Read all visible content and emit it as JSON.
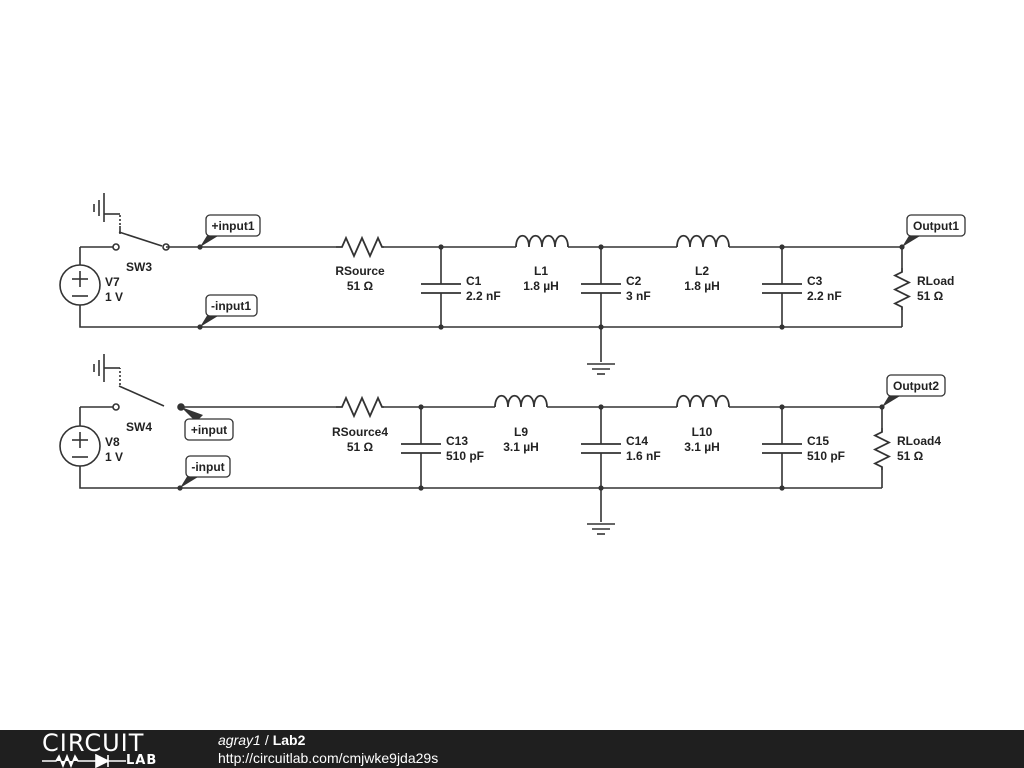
{
  "circuit_top": {
    "source": {
      "name": "V7",
      "value": "1 V"
    },
    "switch": {
      "name": "SW3"
    },
    "tags": {
      "input_plus": "+input1",
      "input_minus": "-input1",
      "output": "Output1"
    },
    "rsource": {
      "name": "RSource",
      "value": "51 Ω"
    },
    "c_a": {
      "name": "C1",
      "value": "2.2 nF"
    },
    "l_a": {
      "name": "L1",
      "value": "1.8 µH"
    },
    "c_b": {
      "name": "C2",
      "value": "3 nF"
    },
    "l_b": {
      "name": "L2",
      "value": "1.8 µH"
    },
    "c_c": {
      "name": "C3",
      "value": "2.2 nF"
    },
    "rload": {
      "name": "RLoad",
      "value": "51 Ω"
    }
  },
  "circuit_bottom": {
    "source": {
      "name": "V8",
      "value": "1 V"
    },
    "switch": {
      "name": "SW4"
    },
    "tags": {
      "input_plus": "+input",
      "input_minus": "-input",
      "output": "Output2"
    },
    "rsource": {
      "name": "RSource4",
      "value": "51 Ω"
    },
    "c_a": {
      "name": "C13",
      "value": "510 pF"
    },
    "l_a": {
      "name": "L9",
      "value": "3.1 µH"
    },
    "c_b": {
      "name": "C14",
      "value": "1.6 nF"
    },
    "l_b": {
      "name": "L10",
      "value": "3.1 µH"
    },
    "c_c": {
      "name": "C15",
      "value": "510 pF"
    },
    "rload": {
      "name": "RLoad4",
      "value": "51 Ω"
    }
  },
  "footer": {
    "logo_top": "CIRCUIT",
    "logo_bottom": "LAB",
    "author": "agray1",
    "separator": "/",
    "circuit_name": "Lab2",
    "url": "http://circuitlab.com/cmjwke9jda29s"
  },
  "colors": {
    "wire": "#333333",
    "footer_bg": "#1f1f1f",
    "tag_border": "#333333"
  }
}
